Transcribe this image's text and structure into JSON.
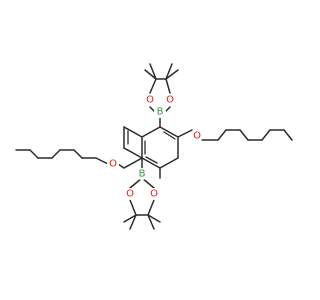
{
  "colors": {
    "background": "#ffffff",
    "bond": "#2b2b2b",
    "boron": "#3a9a3a",
    "oxygen": "#e02020"
  },
  "atoms": {
    "boron_top": "B",
    "boron_bottom": "B",
    "oxygen_pin_top_left": "O",
    "oxygen_pin_top_right": "O",
    "oxygen_ether_right": "O",
    "oxygen_ether_left": "O",
    "oxygen_pin_bottom_left": "O",
    "oxygen_pin_bottom_right": "O"
  }
}
